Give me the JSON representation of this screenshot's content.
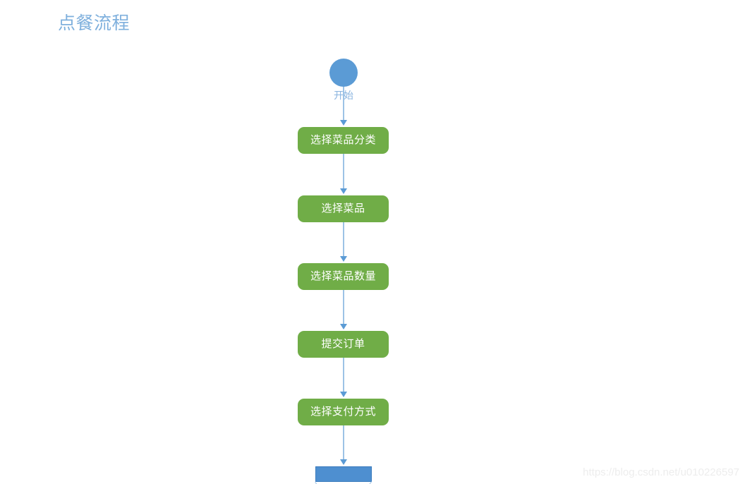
{
  "title": "点餐流程",
  "diagram": {
    "type": "flowchart",
    "orientation": "vertical",
    "colors": {
      "title": "#7fb0dd",
      "start_node": "#5b9bd5",
      "process_node": "#70ad47",
      "process_text": "#ffffff",
      "decision_node": "#4e8fd0",
      "connector": "#9dc3e6",
      "arrowhead": "#5b9bd5",
      "background": "#ffffff",
      "watermark": "#ededed"
    },
    "nodes": [
      {
        "id": "start",
        "shape": "circle",
        "label": "开始"
      },
      {
        "id": "step1",
        "shape": "rounded-rectangle",
        "label": "选择菜品分类"
      },
      {
        "id": "step2",
        "shape": "rounded-rectangle",
        "label": "选择菜品"
      },
      {
        "id": "step3",
        "shape": "rounded-rectangle",
        "label": "选择菜品数量"
      },
      {
        "id": "step4",
        "shape": "rounded-rectangle",
        "label": "提交订单"
      },
      {
        "id": "step5",
        "shape": "rounded-rectangle",
        "label": "选择支付方式"
      },
      {
        "id": "decision",
        "shape": "decision",
        "label": ""
      }
    ],
    "edges": [
      {
        "from": "start",
        "to": "step1",
        "label": ""
      },
      {
        "from": "step1",
        "to": "step2",
        "label": ""
      },
      {
        "from": "step2",
        "to": "step3",
        "label": ""
      },
      {
        "from": "step3",
        "to": "step4",
        "label": ""
      },
      {
        "from": "step4",
        "to": "step5",
        "label": ""
      },
      {
        "from": "step5",
        "to": "decision",
        "label": ""
      }
    ]
  },
  "watermark": "https://blog.csdn.net/u010226597"
}
